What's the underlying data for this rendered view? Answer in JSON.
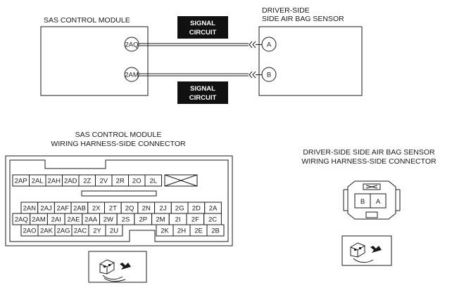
{
  "top": {
    "module_title": "SAS CONTROL MODULE",
    "sensor_title_line1": "DRIVER-SIDE",
    "sensor_title_line2": "SIDE AIR BAG SENSOR",
    "module_pins": [
      "2AQ",
      "2AM"
    ],
    "sensor_pins": [
      "A",
      "B"
    ],
    "signal_line1": "SIGNAL",
    "signal_line2": "CIRCUIT"
  },
  "module_connector": {
    "title_line1": "SAS CONTROL MODULE",
    "title_line2": "WIRING HARNESS-SIDE CONNECTOR",
    "row1": [
      "2AP",
      "2AL",
      "2AH",
      "2AD",
      "2Z",
      "2V",
      "2R",
      "2O",
      "2L"
    ],
    "row2": [
      "2AN",
      "2AJ",
      "2AF",
      "2AB",
      "2X",
      "2T",
      "2Q",
      "2N",
      "2J",
      "2G",
      "2D",
      "2A"
    ],
    "row3": [
      "2AQ",
      "2AM",
      "2AI",
      "2AE",
      "2AA",
      "2W",
      "2S",
      "2P",
      "2M",
      "2I",
      "2F",
      "2C"
    ],
    "row4_left": [
      "2AO",
      "2AK",
      "2AG",
      "2AC",
      "2Y",
      "2U"
    ],
    "row4_right": [
      "2K",
      "2H",
      "2E",
      "2B"
    ]
  },
  "sensor_connector": {
    "title_line1": "DRIVER-SIDE SIDE AIR BAG SENSOR",
    "title_line2": "WIRING HARNESS-SIDE CONNECTOR",
    "pins": [
      "B",
      "A"
    ]
  }
}
